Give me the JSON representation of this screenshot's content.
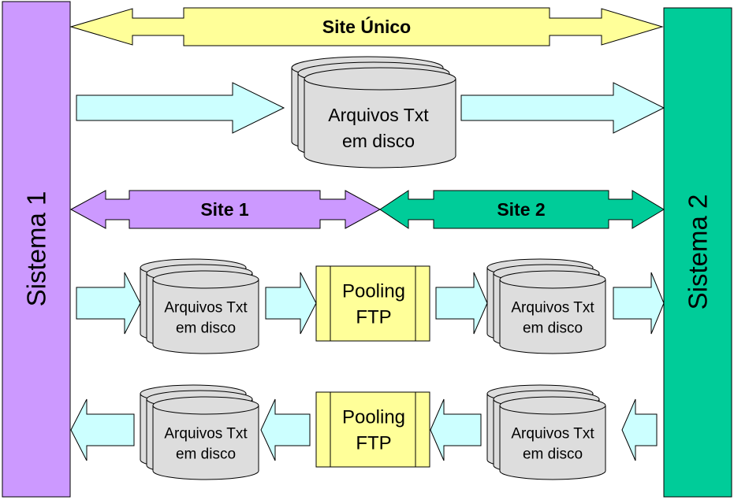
{
  "systems": {
    "left": {
      "label": "Sistema 1",
      "color": "#cc99ff"
    },
    "right": {
      "label": "Sistema 2",
      "color": "#00cc99"
    }
  },
  "site_unico": {
    "label": "Site Único",
    "color": "#ffff99"
  },
  "site_1": {
    "label": "Site 1",
    "color": "#cc99ff"
  },
  "site_2": {
    "label": "Site 2",
    "color": "#00cc99"
  },
  "flow_arrow_color": "#ccffff",
  "disk_color": "#dddddd",
  "ftp_box_color": "#ffff99",
  "top_flow": {
    "storage": {
      "line1": "Arquivos Txt",
      "line2": "em disco"
    }
  },
  "flow_out": {
    "storage_left": {
      "line1": "Arquivos Txt",
      "line2": "em disco"
    },
    "process": {
      "line1": "Pooling",
      "line2": "FTP"
    },
    "storage_right": {
      "line1": "Arquivos Txt",
      "line2": "em disco"
    }
  },
  "flow_back": {
    "storage_left": {
      "line1": "Arquivos Txt",
      "line2": "em disco"
    },
    "process": {
      "line1": "Pooling",
      "line2": "FTP"
    },
    "storage_right": {
      "line1": "Arquivos Txt",
      "line2": "em disco"
    }
  }
}
